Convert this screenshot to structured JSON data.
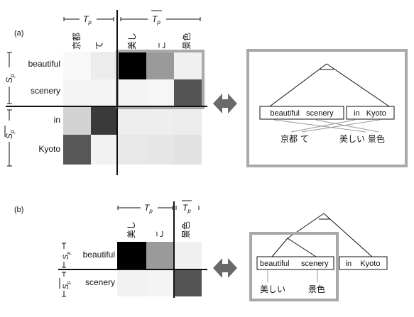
{
  "panel_a": {
    "label": "(a)",
    "T_p": "T",
    "T_p_sub": "p",
    "T_pbar": "T",
    "T_pbar_sub": "p",
    "S_p": "S",
    "S_p_sub": "p",
    "S_pbar": "S",
    "S_pbar_sub": "p",
    "columns": [
      "京都",
      "て",
      "美し",
      "こ",
      "景色"
    ],
    "rows": [
      "beautiful",
      "scenery",
      "in",
      "Kyoto"
    ],
    "matrix": [
      [
        "#f8f8f8",
        "#ececec",
        "#000000",
        "#9a9a9a",
        "#f0f0f0"
      ],
      [
        "#f4f4f4",
        "#f4f4f4",
        "#f4f4f4",
        "#f6f6f6",
        "#555555"
      ],
      [
        "#d2d2d2",
        "#3a3a3a",
        "#eeeeee",
        "#eeeeee",
        "#ececec"
      ],
      [
        "#575757",
        "#f2f2f2",
        "#e8e8e8",
        "#e6e6e6",
        "#e2e2e2"
      ]
    ],
    "tree": {
      "box_left": "beautiful   scenery",
      "box_right": "in   Kyoto",
      "bottom_left": "京都 て",
      "bottom_right": "美しい 景色"
    }
  },
  "panel_b": {
    "label": "(b)",
    "T_p": "T",
    "T_p_sub": "p",
    "T_pbar": "T",
    "T_pbar_sub": "p",
    "S_p": "S",
    "S_p_sub": "p",
    "S_pbar": "S",
    "S_pbar_sub": "p",
    "columns": [
      "美し",
      "こ",
      "景色"
    ],
    "rows": [
      "beautiful",
      "scenery"
    ],
    "matrix": [
      [
        "#000000",
        "#9a9a9a",
        "#f0f0f0"
      ],
      [
        "#f2f2f2",
        "#f4f4f4",
        "#555555"
      ]
    ],
    "tree": {
      "box_left_a": "beautiful",
      "box_left_b": "scenery",
      "box_right": "in    Kyoto",
      "bottom_left": "美しい",
      "bottom_right": "景色"
    }
  },
  "colors": {
    "frame": "#a9a9a9",
    "arrow": "#6a6a6a",
    "line": "#111111"
  }
}
